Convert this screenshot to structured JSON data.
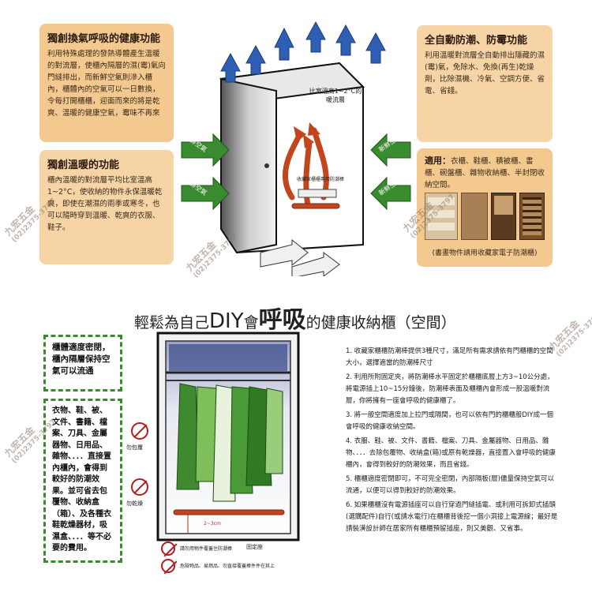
{
  "top": {
    "panel1": {
      "title": "獨創換氣呼吸的健康功能",
      "body": "利用特殊處理的發熱導體產生溫暖的對流層，使櫃內隔層的濕(霉)氣向門縫排出，而新鮮空氣則滲入櫃內，櫃體內的空氣可以一日數換，令每打開櫃櫃，迎面而來的將是乾爽、溫暖的健康空氣，霉味不再來"
    },
    "panel2": {
      "title": "獨創溫暖的功能",
      "body": "櫃內溫暖的對流層平均比室溫高1~2°C，使收納的物件永保溫暖乾爽，即使在潮濕的雨季或寒冬，也可以隨時穿到溫暖、乾爽的衣服、鞋子。"
    },
    "panel3": {
      "title": "全自動防潮、防霉功能",
      "body": "利用溫暖對流層全自動排出隱藏的濕(霉)氣，免除水、免換(再生)乾燥劑，比除濕機、冷氣、空調方便、省電、省錢。"
    },
    "panel4": {
      "title": "適用：",
      "body": "衣櫃、鞋櫃、積被櫃、書櫃、碗盤櫃、雜物收納櫃、半封閉收納空間。",
      "caption": "(書畫物件請用收藏家電子防潮櫃)"
    },
    "diagram": {
      "label_hot": "比室溫高1~2°C的暖流層",
      "label_bar": "收藏家櫃櫃專用防潮棒",
      "air_in": "新鮮空氣",
      "air_out": "濕氣"
    }
  },
  "headline": {
    "pre": "輕鬆為自己",
    "diy": "DIY",
    "mid": "會",
    "big": "呼吸",
    "post": "的健康收納櫃（空間）"
  },
  "left_boxes": {
    "box1": "櫃體適度密閉，櫃內隔層保持空氣可以流通",
    "box2": "衣物、鞋、被、文件、書籍、檔案、刀具、金屬器物、日用品、雜物、．．．直接置內櫃內，會得到較好的防潮效果。並可省去包覆物、收納盒（箱）、及各種衣鞋乾燥器材，吸濕盒、．．．等不必要的費用。"
  },
  "icons_labels": {
    "no_cover": "勿包覆",
    "no_dryer": "勿乾燥"
  },
  "cabinet": {
    "bar_label": "2~3cm",
    "fix_label": "固定座",
    "legend1": "請勿用物件覆蓋住防潮棒",
    "legend2": "危險物品、易燃品、勿直接覆蓋棒件件在其上"
  },
  "instructions": [
    "1. 收藏家櫃櫃防潮棒提供3種尺寸，滿足所有需求請依有門櫃櫃的空間大小，選擇適當的防潮棒尺寸",
    "2. 利用所附固定夾，將防潮棒水平固定於櫃櫃底層上方3~10公分處，將電源插上10~15分鐘後，防潮棒表面及櫃櫃內會形成一股溫暖對流層，你將擁有一座會呼吸的健康櫃了。",
    "3. 將一般空間適度加上拉門或隔間，也可以依有門的櫃櫃般DIY成一個會呼吸的健康收納空間。",
    "4. 衣服、鞋、被、文件、書籍、檔案、刀具、金屬器物、日用品、雜物、．．．去除包覆物、收納盒(箱)或原有乾燥器，直接置入會呼吸的健康櫃內，會得到較好的防潮效果，而且省錢。",
    "5. 櫃櫃適度密閉即可，不可完全密閉，內部隔板(層)儘量保持空氣可以流通，以便可以得到較好的防潮效果。",
    "6. 如果櫃櫃沒有電源插座可以自行穿過門縫插電、或利用可拆卸式插頭(選購配件)自行(或請水電行)在櫃櫃背後挖一個小洞接上電源線；最好是請裝潢設計師在居家所有櫃櫃預留插座，則又美觀、又省事。"
  ],
  "watermark": {
    "name": "九宏五金",
    "phone": "(02)2375-3797"
  },
  "colors": {
    "green": "#3a8a2f",
    "blue": "#2f5fb4",
    "red": "#c2271e",
    "panel": "#f4c98f"
  }
}
